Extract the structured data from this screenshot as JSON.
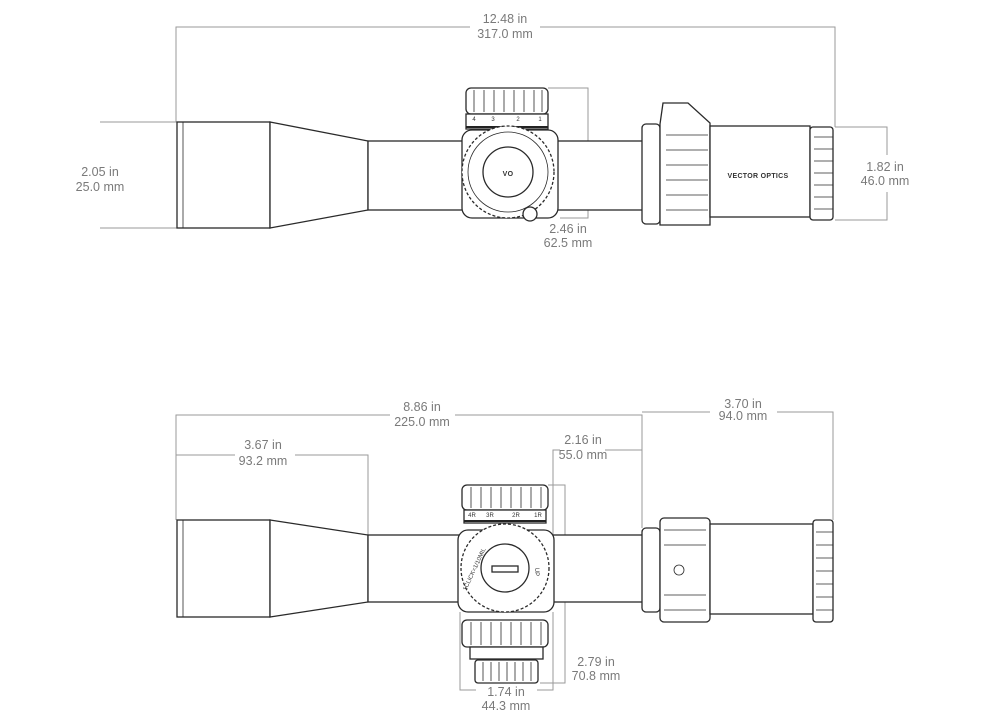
{
  "brand": "VECTOR OPTICS",
  "logo": "VO",
  "top_view": {
    "overall_length": {
      "in": "12.48 in",
      "mm": "317.0 mm"
    },
    "objective_diameter": {
      "in": "2.05 in",
      "mm": "25.0 mm"
    },
    "eyepiece_diameter": {
      "in": "1.82 in",
      "mm": "46.0 mm"
    },
    "turret_height": {
      "in": "2.46 in",
      "mm": "62.5 mm"
    },
    "turret_scale": [
      "4",
      "3",
      "2",
      "1"
    ]
  },
  "bottom_view": {
    "mount_length": {
      "in": "8.86 in",
      "mm": "225.0 mm"
    },
    "eyepiece_length": {
      "in": "3.70 in",
      "mm": "94.0 mm"
    },
    "objective_length": {
      "in": "3.67 in",
      "mm": "93.2 mm"
    },
    "rear_tube_length": {
      "in": "2.16 in",
      "mm": "55.0 mm"
    },
    "turret_width": {
      "in": "2.79 in",
      "mm": "70.8 mm"
    },
    "turret_housing_width": {
      "in": "1.74 in",
      "mm": "44.3 mm"
    },
    "turret_text": "1CLICK=1/10MIL",
    "turret_up": "UP",
    "turret_scale": [
      "4R",
      "3R",
      "2R",
      "1R"
    ]
  }
}
